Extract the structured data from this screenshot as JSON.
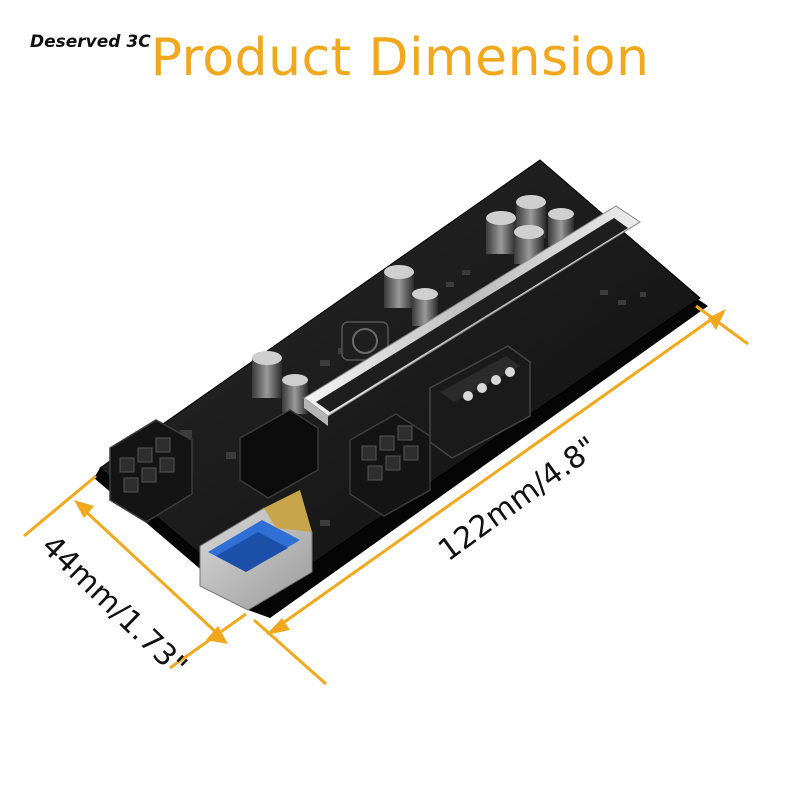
{
  "brand": "Deserved 3C",
  "title": "Product Dimension",
  "dimensions": {
    "length_label": "122mm/4.8\"",
    "width_label": "44mm/1.73\""
  },
  "colors": {
    "accent": "#f2a81d",
    "board": "#151515",
    "usb_port": "#2f6fd6"
  }
}
